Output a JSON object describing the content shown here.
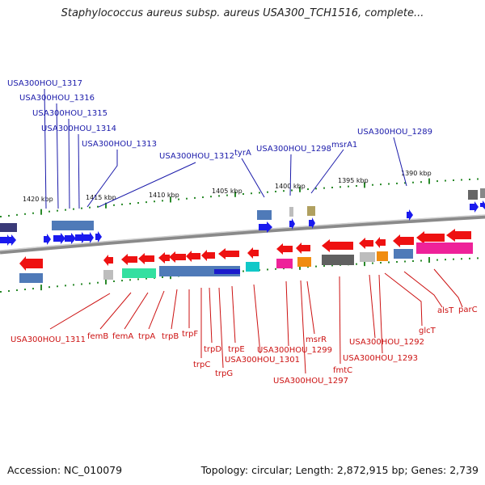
{
  "title": "Staphylococcus aureus subsp. aureus USA300_TCH1516, complete...",
  "footer": {
    "accession": "Accession: NC_010079",
    "summary": "Topology: circular; Length: 2,872,915 bp; Genes: 2,739"
  },
  "colors": {
    "backbone": "#8a8a8a",
    "forward_arrow": "#1a1aee",
    "reverse_arrow": "#ee1111",
    "top_label": "#1a1aaa",
    "bottom_label": "#cc1111",
    "tick": "#2a8a2a"
  },
  "scale_labels": [
    "1420 kbp",
    "1415 kbp",
    "1410 kbp",
    "1405 kbp",
    "1400 kbp",
    "1395 kbp",
    "1390 kbp"
  ],
  "top_labels": [
    "USA300HOU_1317",
    "USA300HOU_1316",
    "USA300HOU_1315",
    "USA300HOU_1314",
    "USA300HOU_1313",
    "USA300HOU_1312",
    "tyrA",
    "USA300HOU_1298",
    "msrA1",
    "USA300HOU_1289"
  ],
  "bottom_labels": [
    "USA300HOU_1311",
    "femB",
    "femA",
    "trpA",
    "trpB",
    "trpF",
    "trpD",
    "trpC",
    "trpE",
    "trpG",
    "USA300HOU_1301",
    "USA300HOU_1299",
    "msrR",
    "USA300HOU_1297",
    "fmtC",
    "USA300HOU_1292",
    "USA300HOU_1293",
    "glcT",
    "alsT",
    "parC"
  ]
}
